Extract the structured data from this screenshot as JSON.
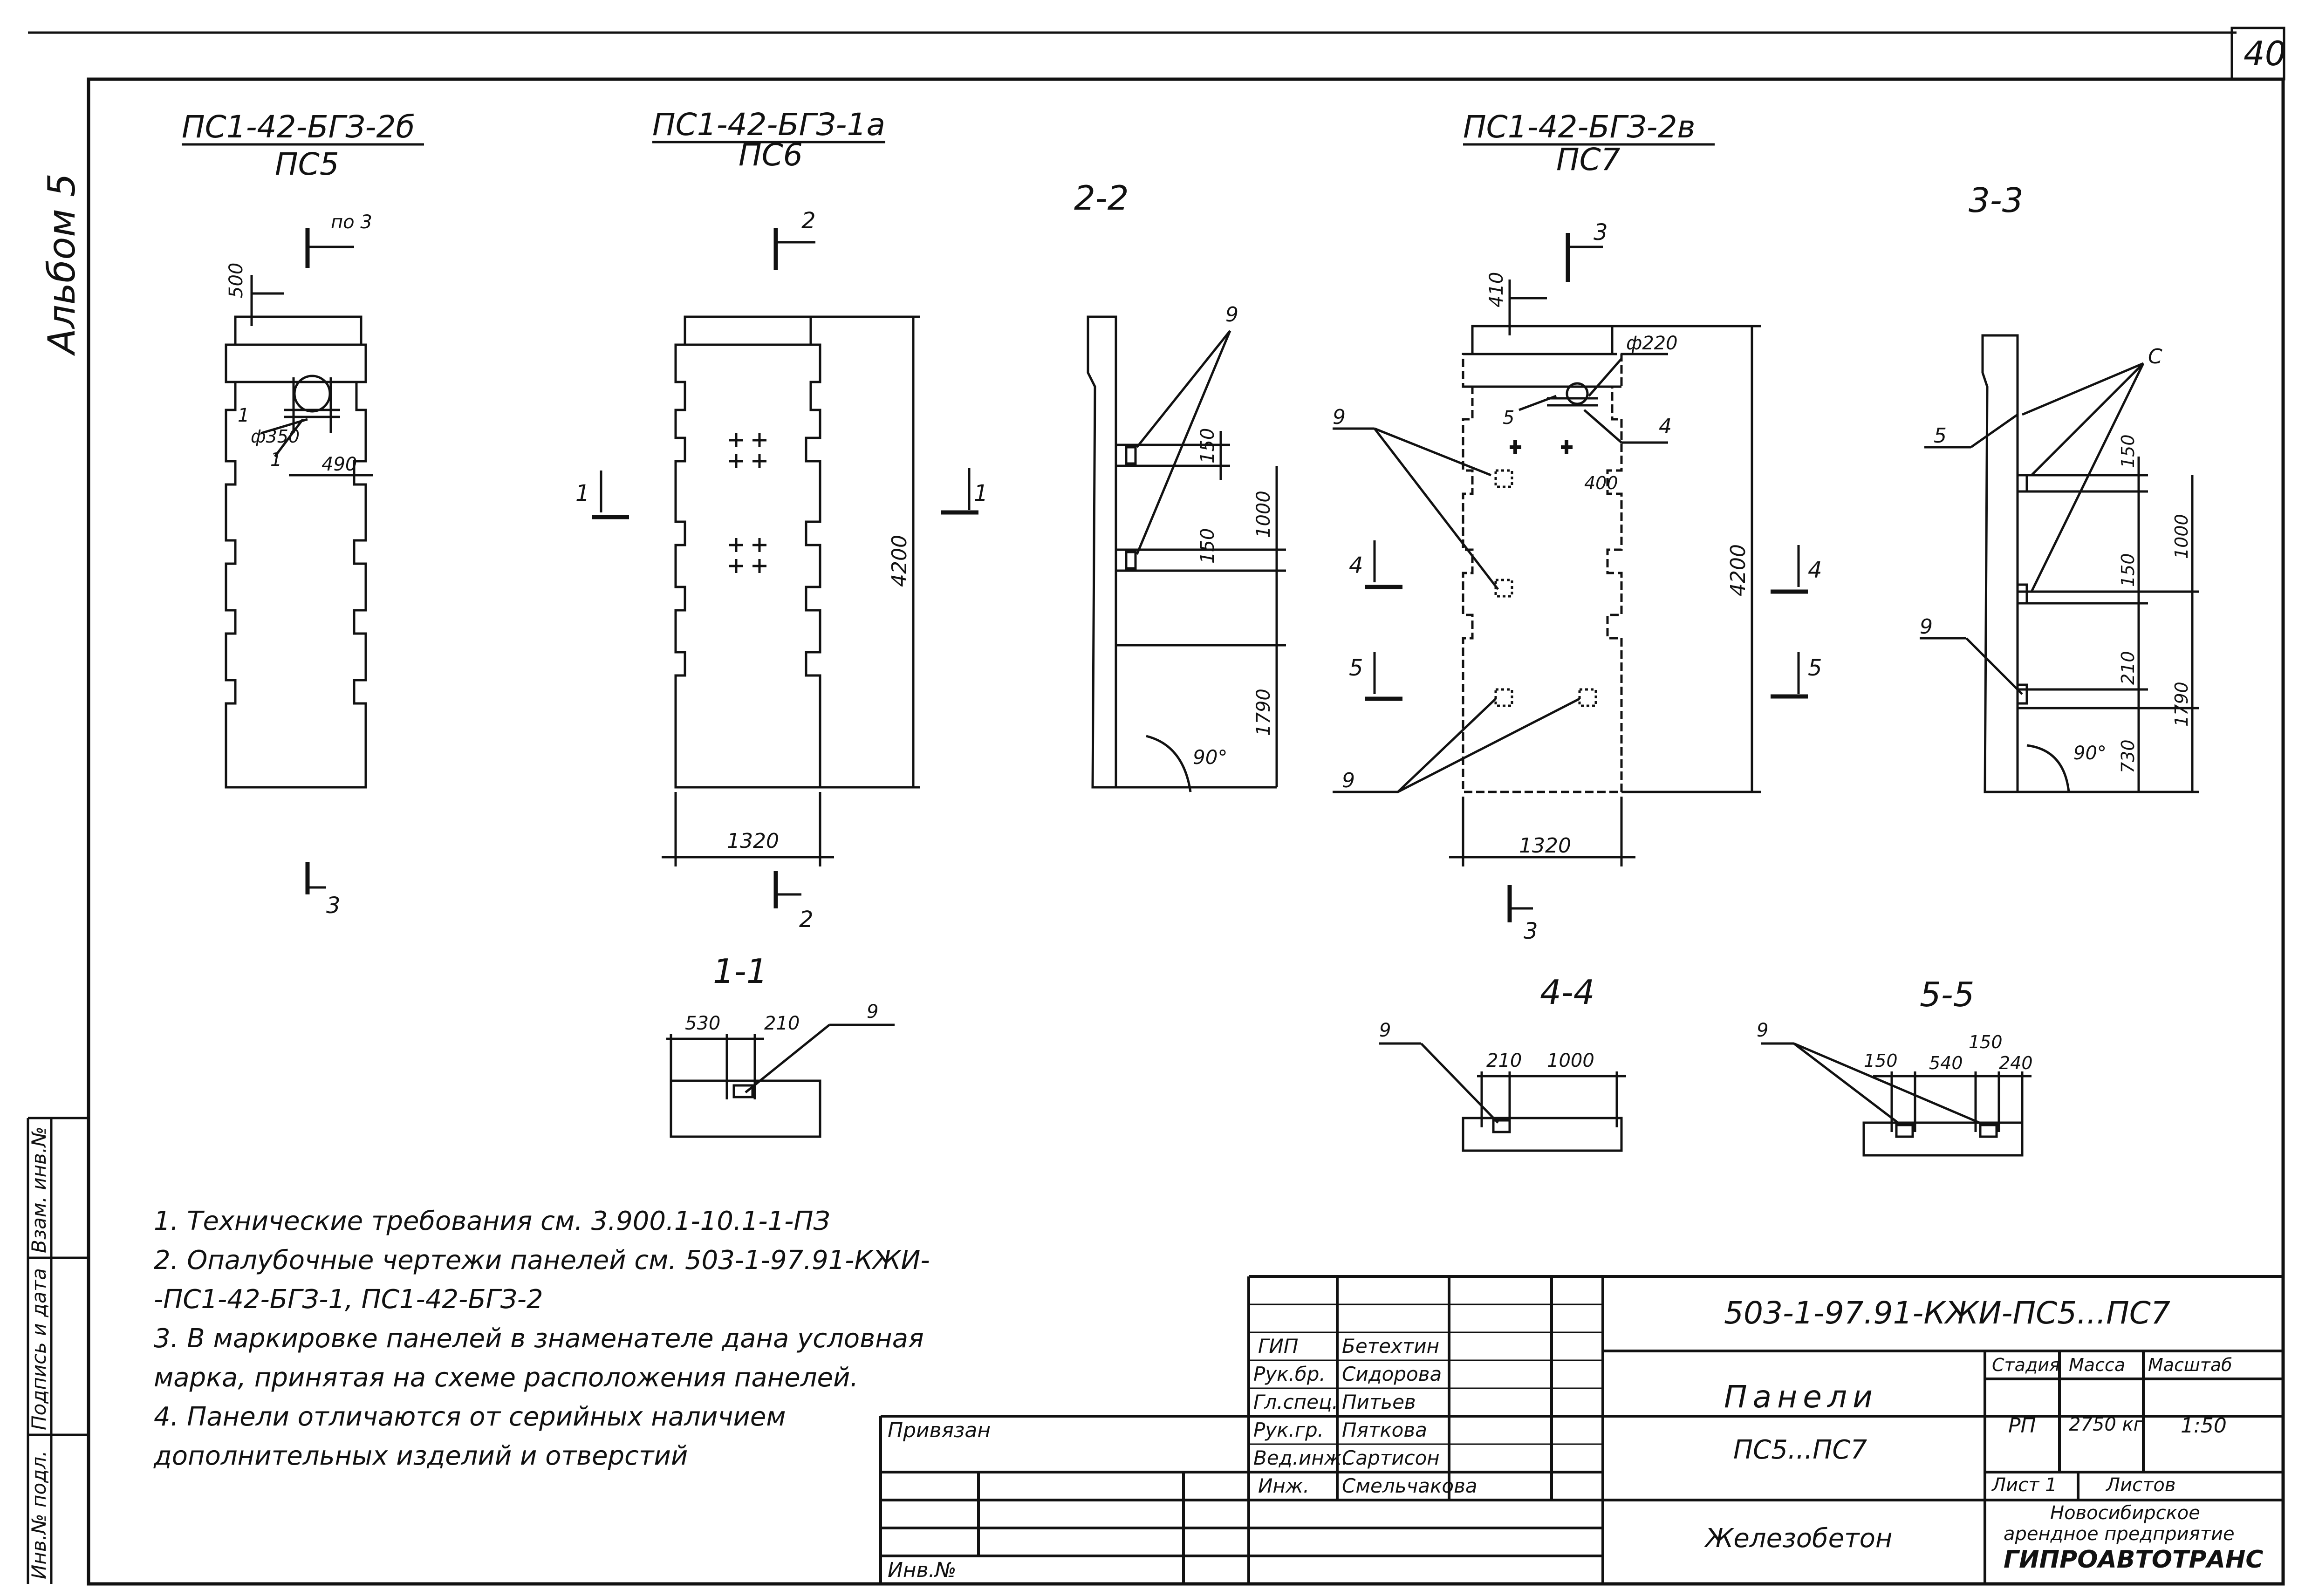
{
  "sheet_number": "40",
  "album_label": "Альбом 5",
  "side_stamp": {
    "inv_podl": "Инв.№ подл.",
    "podpis_data": "Подпись и дата",
    "vzam_inv": "Взам. инв.№"
  },
  "panels": [
    {
      "mark": "ПС1-42-БГЗ-2б",
      "cond": "ПС5"
    },
    {
      "mark": "ПС1-42-БГЗ-1а",
      "cond": "ПС6"
    },
    {
      "mark": "ПС1-42-БГЗ-2в",
      "cond": "ПС7"
    }
  ],
  "section_titles": {
    "s22": "2-2",
    "s33": "3-3",
    "s11": "1-1",
    "s44": "4-4",
    "s55": "5-5"
  },
  "dims": {
    "d500": "500",
    "d350": "ф350",
    "d490": "490",
    "d4200": "4200",
    "d1320": "1320",
    "d150": "150",
    "d1000": "1000",
    "d1790": "1790",
    "d410": "410",
    "d220": "ф220",
    "d400": "400",
    "d210": "210",
    "d730": "730",
    "d530": "530",
    "d540": "540",
    "d240": "240",
    "angle90": "90°"
  },
  "marks": {
    "m1": "1",
    "m2": "2",
    "m3": "3",
    "m4": "4",
    "m5": "5",
    "m9": "9",
    "mC": "С",
    "po3": "по 3"
  },
  "notes": [
    "1. Технические требования см. 3.900.1-10.1-1-ПЗ",
    "2. Опалубочные чертежи панелей см. 503-1-97.91-КЖИ-",
    "  -ПС1-42-БГЗ-1, ПС1-42-БГЗ-2",
    "3. В маркировке панелей в знаменателе дана условная",
    "  марка, принятая на схеме расположения панелей.",
    "4. Панели отличаются от серийных наличием",
    "  дополнительных изделий и отверстий"
  ],
  "title_block": {
    "code": "503-1-97.91-КЖИ-ПС5...ПС7",
    "title_line1": "Панели",
    "title_line2": "ПС5...ПС7",
    "material": "Железобетон",
    "privyazan": "Привязан",
    "inv_no": "Инв.№",
    "roles": [
      {
        "role": "ГИП",
        "name": "Бетехтин"
      },
      {
        "role": "Рук.бр.",
        "name": "Сидорова"
      },
      {
        "role": "Гл.спец.",
        "name": "Питьев"
      },
      {
        "role": "Рук.гр.",
        "name": "Пяткова"
      },
      {
        "role": "Вед.инж.",
        "name": "Сартисон"
      },
      {
        "role": "Инж.",
        "name": "Смельчакова"
      }
    ],
    "stage_label": "Стадия",
    "mass_label": "Масса",
    "scale_label": "Масштаб",
    "stage": "РП",
    "mass": "2750 кг",
    "scale": "1:50",
    "sheet_label": "Лист 1",
    "sheets_label": "Листов",
    "org_line1": "Новосибирское",
    "org_line2": "арендное предприятие",
    "org_line3": "ГИПРОАВТОТРАНС"
  }
}
